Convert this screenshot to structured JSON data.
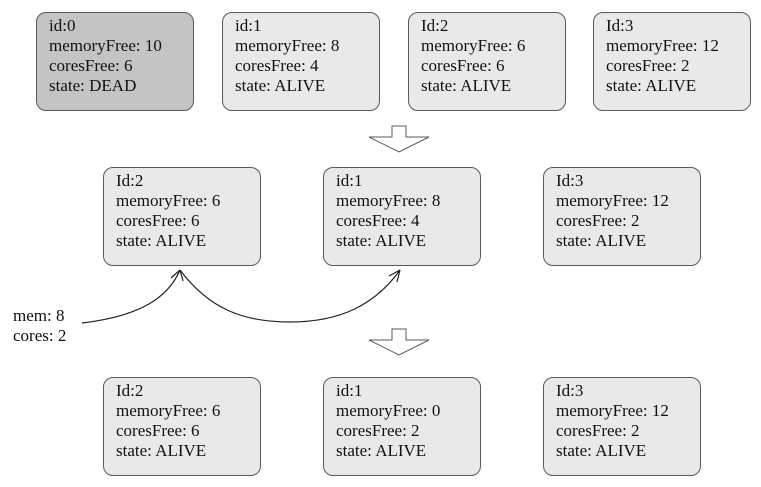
{
  "rows": [
    [
      {
        "id": "id:0",
        "memory": "memoryFree: 10",
        "cores": "coresFree: 6",
        "state": "state: DEAD"
      },
      {
        "id": "id:1",
        "memory": "memoryFree: 8",
        "cores": "coresFree: 4",
        "state": "state: ALIVE"
      },
      {
        "id": "Id:2",
        "memory": "memoryFree: 6",
        "cores": "coresFree: 6",
        "state": "state: ALIVE"
      },
      {
        "id": "Id:3",
        "memory": "memoryFree: 12",
        "cores": "coresFree: 2",
        "state": "state: ALIVE"
      }
    ],
    [
      {
        "id": "Id:2",
        "memory": "memoryFree: 6",
        "cores": "coresFree: 6",
        "state": "state: ALIVE"
      },
      {
        "id": "id:1",
        "memory": "memoryFree: 8",
        "cores": "coresFree: 4",
        "state": "state: ALIVE"
      },
      {
        "id": "Id:3",
        "memory": "memoryFree: 12",
        "cores": "coresFree: 2",
        "state": "state: ALIVE"
      }
    ],
    [
      {
        "id": "Id:2",
        "memory": "memoryFree: 6",
        "cores": "coresFree: 6",
        "state": "state: ALIVE"
      },
      {
        "id": "id:1",
        "memory": "memoryFree: 0",
        "cores": "coresFree: 2",
        "state": "state: ALIVE"
      },
      {
        "id": "Id:3",
        "memory": "memoryFree: 12",
        "cores": "coresFree: 2",
        "state": "state: ALIVE"
      }
    ]
  ],
  "request": {
    "mem": "mem: 8",
    "cores": "cores: 2"
  },
  "colors": {
    "alive_fill": "#e9e9e9",
    "dead_fill": "#c4c4c4",
    "stroke": "#5a5a5a"
  }
}
